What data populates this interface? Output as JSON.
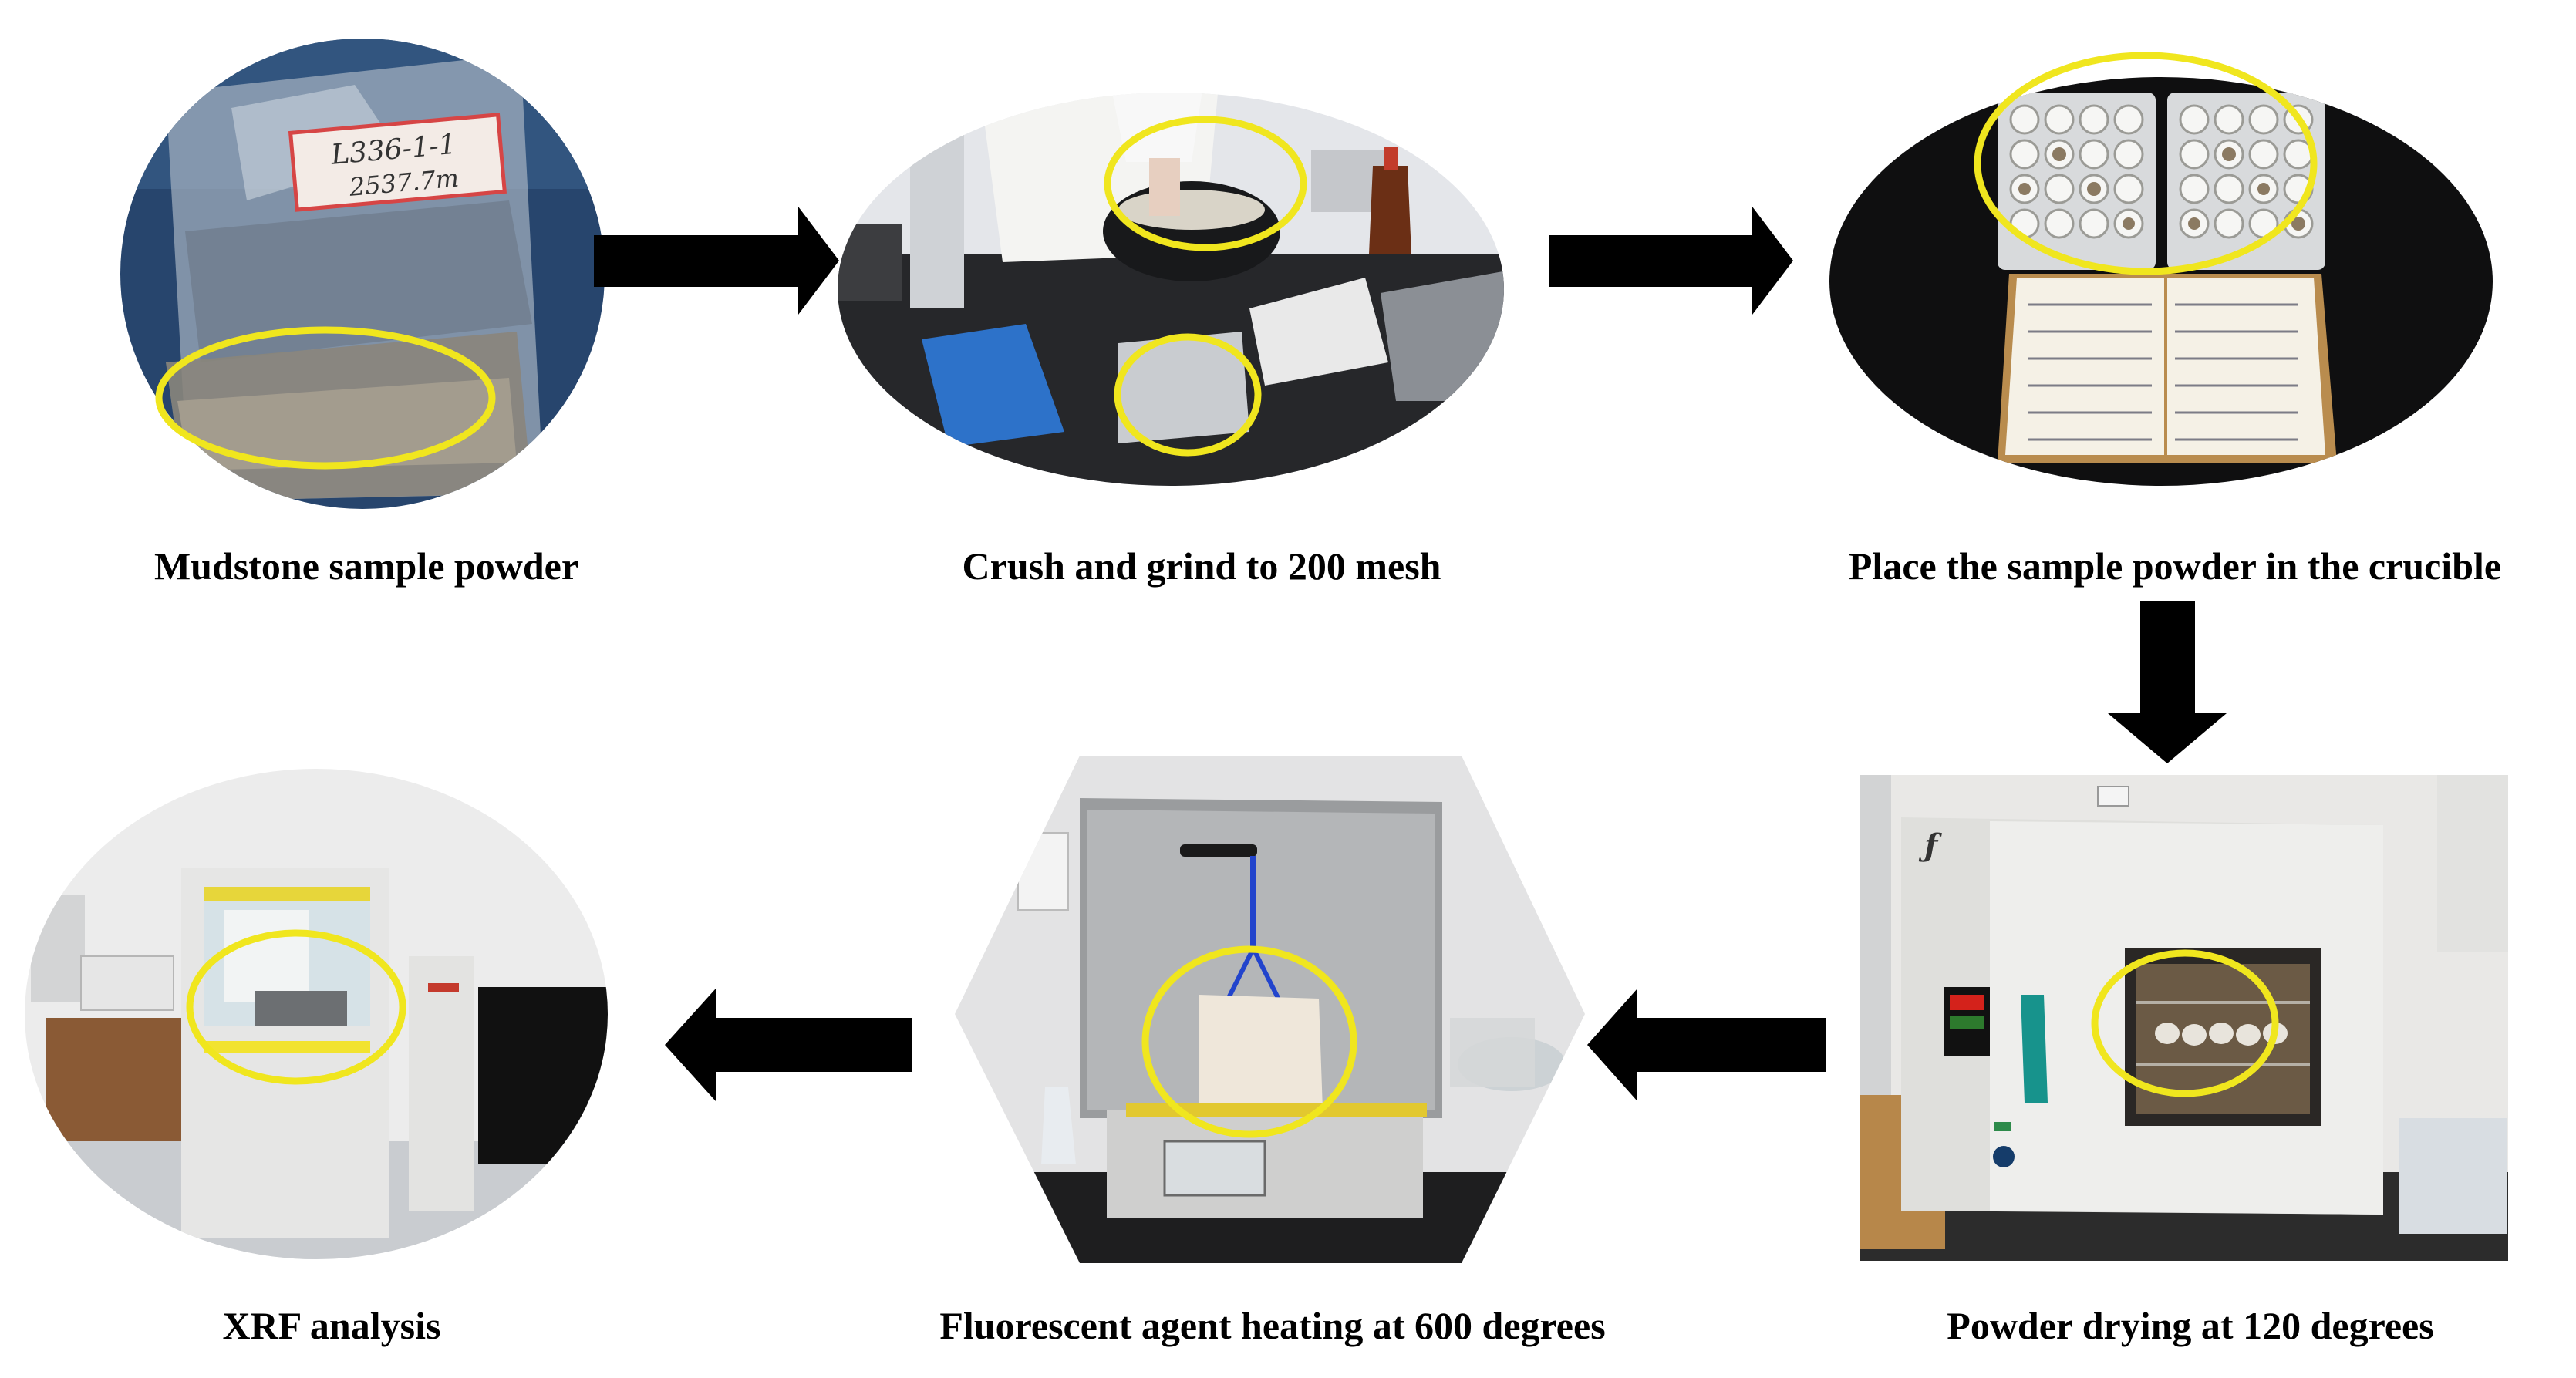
{
  "steps": [
    {
      "caption": "Mudstone sample powder",
      "photo": "sample-bag-photo"
    },
    {
      "caption": "Crush and grind to 200 mesh",
      "photo": "grinding-mortar-photo"
    },
    {
      "caption": "Place the sample powder in the crucible",
      "photo": "crucible-tray-photo"
    },
    {
      "caption": "Powder drying at 120 degrees",
      "photo": "drying-oven-photo"
    },
    {
      "caption": "Fluorescent agent heating at 600 degrees",
      "photo": "muffle-furnace-photo"
    },
    {
      "caption": "XRF analysis",
      "photo": "xrf-spectrometer-photo"
    }
  ],
  "bag_label": {
    "line1": "L336-1-1",
    "line2": "2537.7m"
  },
  "colors": {
    "highlight": "#f0e61e",
    "arrow": "#000000"
  }
}
